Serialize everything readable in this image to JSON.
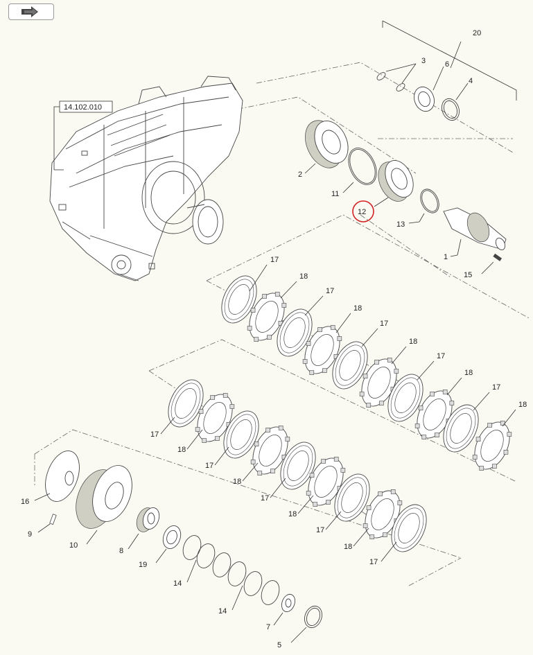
{
  "nav": {
    "button_icon": "back-arrow-icon"
  },
  "reference": {
    "label": "14.102.010"
  },
  "highlight": {
    "part": "12",
    "color": "#d42020"
  },
  "callouts": {
    "c20": "20",
    "c3": "3",
    "c6": "6",
    "c4": "4",
    "c2": "2",
    "c11": "11",
    "c12": "12",
    "c13": "13",
    "c1": "1",
    "c15": "15",
    "c17a": "17",
    "c18a": "18",
    "c17b": "17",
    "c18b": "18",
    "c17c": "17",
    "c18c": "18",
    "c17d": "17",
    "c18d": "18",
    "c17e": "17",
    "c18e": "18",
    "c17f": "17",
    "c18f": "18",
    "c17g": "17",
    "c18g": "18",
    "c17h": "17",
    "c18h": "18",
    "c17i": "17",
    "c18i": "18",
    "c17j": "17",
    "c16": "16",
    "c9": "9",
    "c10": "10",
    "c8": "8",
    "c19": "19",
    "c14a": "14",
    "c14b": "14",
    "c7": "7",
    "c5": "5"
  }
}
